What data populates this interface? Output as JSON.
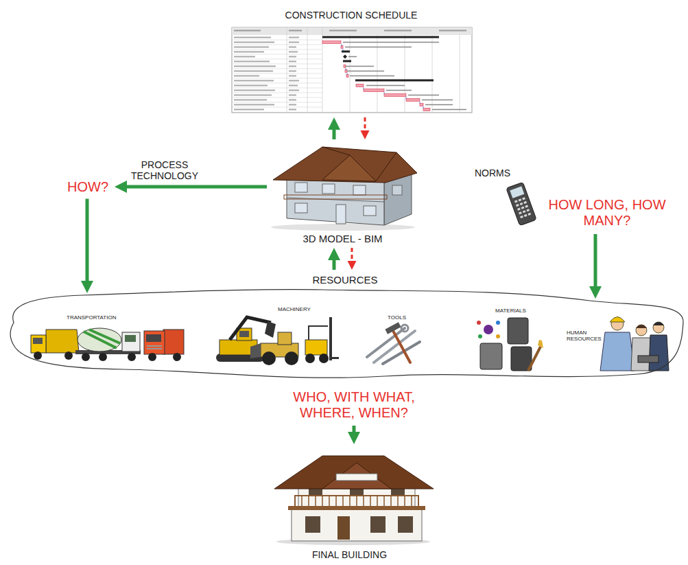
{
  "diagram": {
    "nodes": [
      {
        "text": [
          "CONSTRUCTION SCHEDULE"
        ]
      },
      {
        "text": [
          "3D MODEL - BIM"
        ]
      },
      {
        "text": [
          "HOW?"
        ]
      },
      {
        "text": [
          "NORMS"
        ]
      },
      {
        "text": [
          "HOW LONG, HOW MANY?"
        ]
      },
      {
        "text": [
          "RESOURCES"
        ]
      },
      {
        "text": [
          "TRANSPORTATION"
        ],
        "in": 5
      },
      {
        "text": [
          "MACHINERY"
        ],
        "in": 5
      },
      {
        "text": [
          "TOOLS"
        ],
        "in": 5
      },
      {
        "text": [
          "MATERIALS"
        ],
        "in": 5
      },
      {
        "text": [
          "HUMAN RESOURCES"
        ],
        "in": 5
      },
      {
        "text": [
          "WHO, WITH WHAT, WHERE, WHEN?"
        ]
      },
      {
        "text": [
          "FINAL BUILDING"
        ]
      }
    ],
    "edges": [
      {
        "from": 1,
        "to": 0,
        "arrow": "to"
      },
      {
        "from": 0,
        "to": 1,
        "arrow": "to"
      },
      {
        "from": 1,
        "to": 2,
        "label": "PROCESS TECHNOLOGY",
        "arrow": "to"
      },
      {
        "from": 2,
        "to": 5,
        "arrow": "to"
      },
      {
        "from": 4,
        "to": 5,
        "arrow": "to"
      },
      {
        "from": 5,
        "to": 1,
        "arrow": "to"
      },
      {
        "from": 1,
        "to": 5,
        "arrow": "to"
      },
      {
        "from": 11,
        "to": 12,
        "arrow": "to"
      }
    ]
  }
}
